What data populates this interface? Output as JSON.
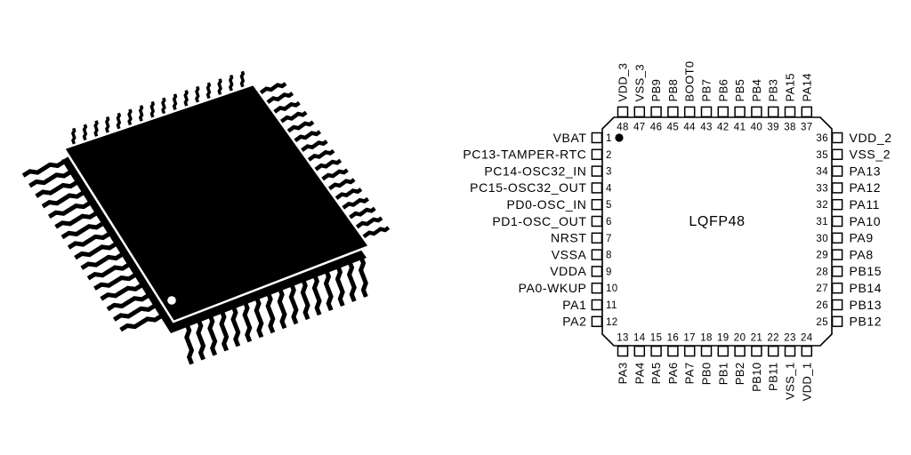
{
  "colors": {
    "ink": "#000000",
    "background": "#ffffff"
  },
  "illustration": {
    "description": "LQFP surface-mount package, isometric black-and-white line art",
    "pin1_indicator": "white dot"
  },
  "pinout": {
    "center_label": "LQFP48",
    "left_pins": [
      {
        "number": 1,
        "label": "VBAT"
      },
      {
        "number": 2,
        "label": "PC13-TAMPER-RTC"
      },
      {
        "number": 3,
        "label": "PC14-OSC32_IN"
      },
      {
        "number": 4,
        "label": "PC15-OSC32_OUT"
      },
      {
        "number": 5,
        "label": "PD0-OSC_IN"
      },
      {
        "number": 6,
        "label": "PD1-OSC_OUT"
      },
      {
        "number": 7,
        "label": "NRST"
      },
      {
        "number": 8,
        "label": "VSSA"
      },
      {
        "number": 9,
        "label": "VDDA"
      },
      {
        "number": 10,
        "label": "PA0-WKUP"
      },
      {
        "number": 11,
        "label": "PA1"
      },
      {
        "number": 12,
        "label": "PA2"
      }
    ],
    "top_pins": [
      {
        "number": 48,
        "label": "VDD_3"
      },
      {
        "number": 47,
        "label": "VSS_3"
      },
      {
        "number": 46,
        "label": "PB9"
      },
      {
        "number": 45,
        "label": "PB8"
      },
      {
        "number": 44,
        "label": "BOOT0"
      },
      {
        "number": 43,
        "label": "PB7"
      },
      {
        "number": 42,
        "label": "PB6"
      },
      {
        "number": 41,
        "label": "PB5"
      },
      {
        "number": 40,
        "label": "PB4"
      },
      {
        "number": 39,
        "label": "PB3"
      },
      {
        "number": 38,
        "label": "PA15"
      },
      {
        "number": 37,
        "label": "PA14"
      }
    ],
    "right_pins": [
      {
        "number": 36,
        "label": "VDD_2"
      },
      {
        "number": 35,
        "label": "VSS_2"
      },
      {
        "number": 34,
        "label": "PA13"
      },
      {
        "number": 33,
        "label": "PA12"
      },
      {
        "number": 32,
        "label": "PA11"
      },
      {
        "number": 31,
        "label": "PA10"
      },
      {
        "number": 30,
        "label": "PA9"
      },
      {
        "number": 29,
        "label": "PA8"
      },
      {
        "number": 28,
        "label": "PB15"
      },
      {
        "number": 27,
        "label": "PB14"
      },
      {
        "number": 26,
        "label": "PB13"
      },
      {
        "number": 25,
        "label": "PB12"
      }
    ],
    "bottom_pins": [
      {
        "number": 13,
        "label": "PA3"
      },
      {
        "number": 14,
        "label": "PA4"
      },
      {
        "number": 15,
        "label": "PA5"
      },
      {
        "number": 16,
        "label": "PA6"
      },
      {
        "number": 17,
        "label": "PA7"
      },
      {
        "number": 18,
        "label": "PB0"
      },
      {
        "number": 19,
        "label": "PB1"
      },
      {
        "number": 20,
        "label": "PB2"
      },
      {
        "number": 21,
        "label": "PB10"
      },
      {
        "number": 22,
        "label": "PB11"
      },
      {
        "number": 23,
        "label": "VSS_1"
      },
      {
        "number": 24,
        "label": "VDD_1"
      }
    ]
  }
}
